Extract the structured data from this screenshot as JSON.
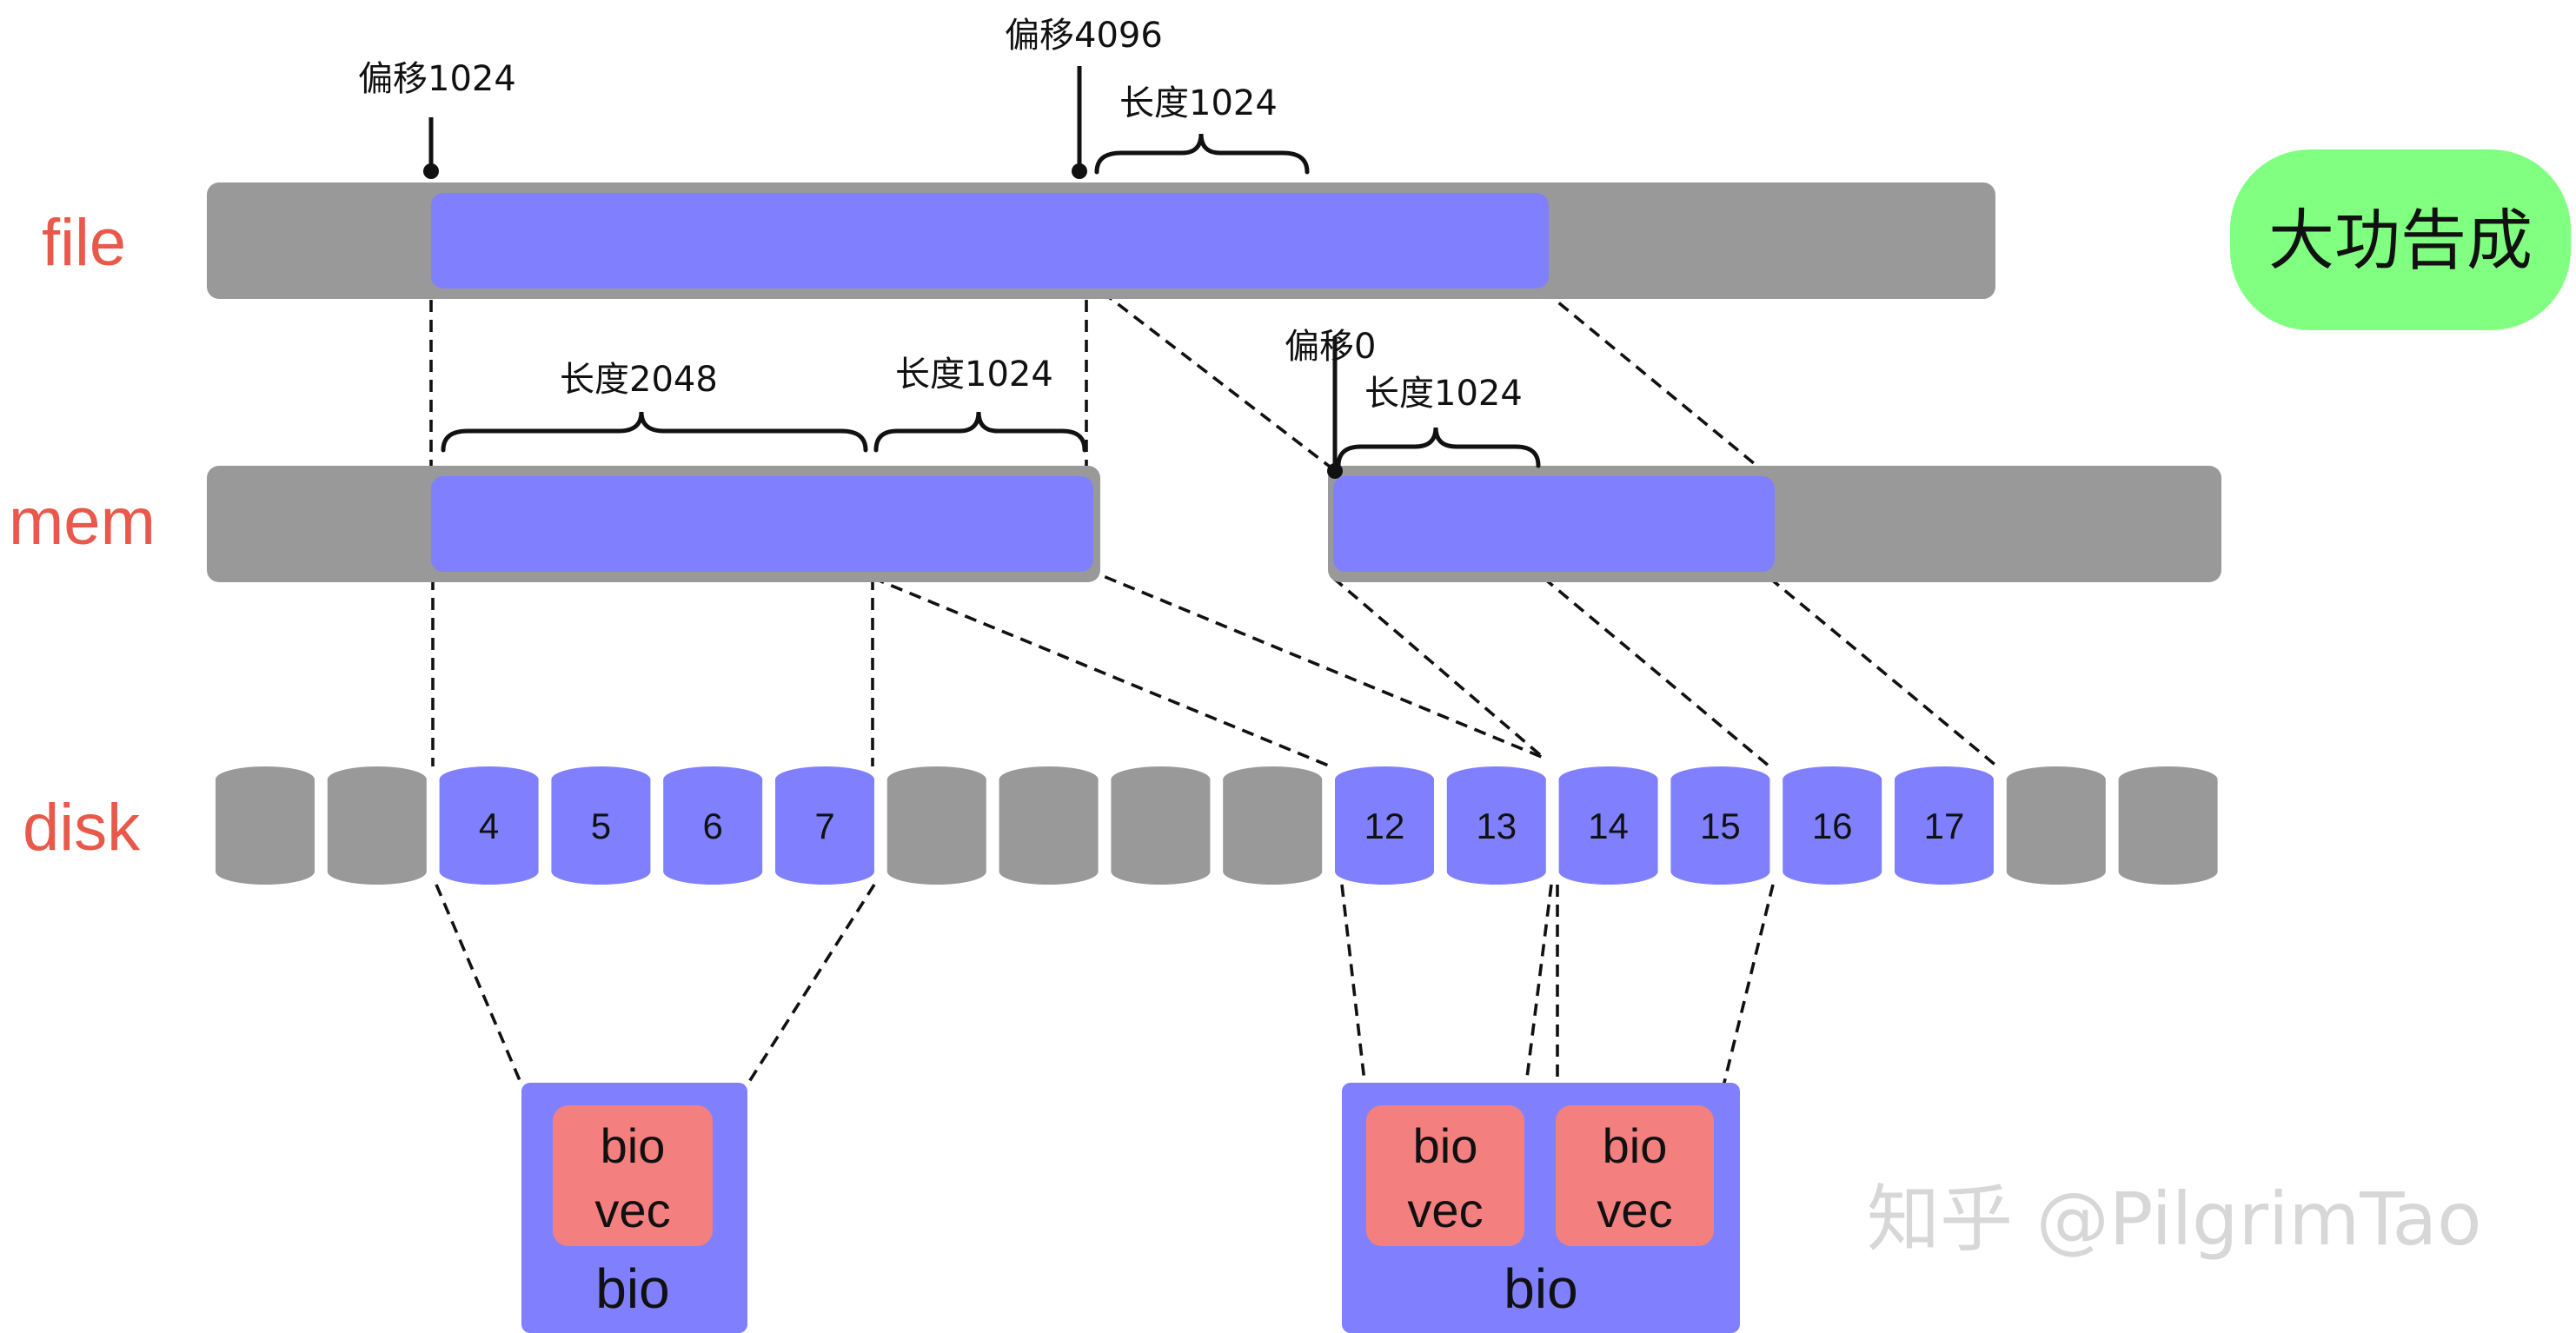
{
  "rows": {
    "file": "file",
    "mem": "mem",
    "disk": "disk"
  },
  "annotations": {
    "file_offset_1": "偏移1024",
    "file_offset_2": "偏移4096",
    "file_length": "长度1024",
    "mem_length_1": "长度2048",
    "mem_length_2": "长度1024",
    "mem_offset_2": "偏移0",
    "mem_length_3": "长度1024"
  },
  "disk_blocks": [
    "",
    "",
    "4",
    "5",
    "6",
    "7",
    "",
    "",
    "",
    "",
    "12",
    "13",
    "14",
    "15",
    "16",
    "17",
    "",
    ""
  ],
  "bios": [
    {
      "label": "bio",
      "vecs": [
        {
          "line1": "bio",
          "line2": "vec"
        }
      ]
    },
    {
      "label": "bio",
      "vecs": [
        {
          "line1": "bio",
          "line2": "vec"
        },
        {
          "line1": "bio",
          "line2": "vec"
        }
      ]
    }
  ],
  "badge": "大功告成",
  "watermark": "知乎 @PilgrimTao",
  "colors": {
    "gray": "#999999",
    "blue": "#8080ff",
    "red": "#f47f7f",
    "green": "#80ff80",
    "label_red": "#e8594b"
  }
}
